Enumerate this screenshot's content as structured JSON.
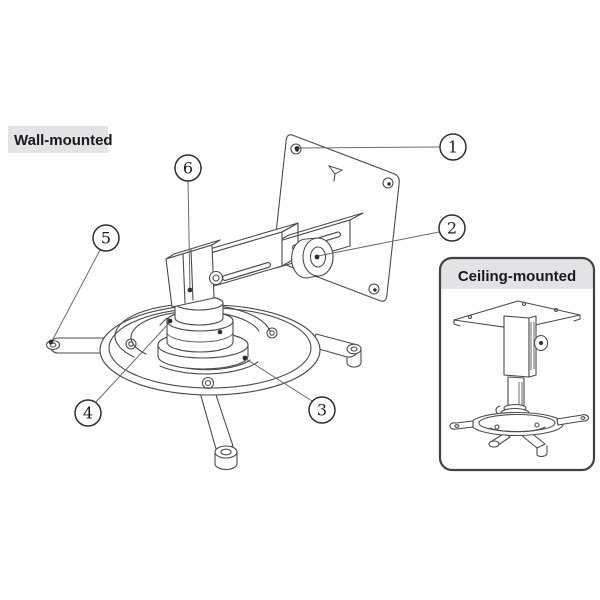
{
  "labels": {
    "wall_mounted": "Wall-mounted",
    "ceiling_mounted": "Ceiling-mounted"
  },
  "callouts": [
    {
      "number": "1"
    },
    {
      "number": "2"
    },
    {
      "number": "3"
    },
    {
      "number": "4"
    },
    {
      "number": "5"
    },
    {
      "number": "6"
    }
  ],
  "colors": {
    "background": "#ffffff",
    "line_art": "#4b4b4b",
    "label_background": "#e4e4e6",
    "panel_border": "#414141",
    "text": "#1a1a1a"
  }
}
